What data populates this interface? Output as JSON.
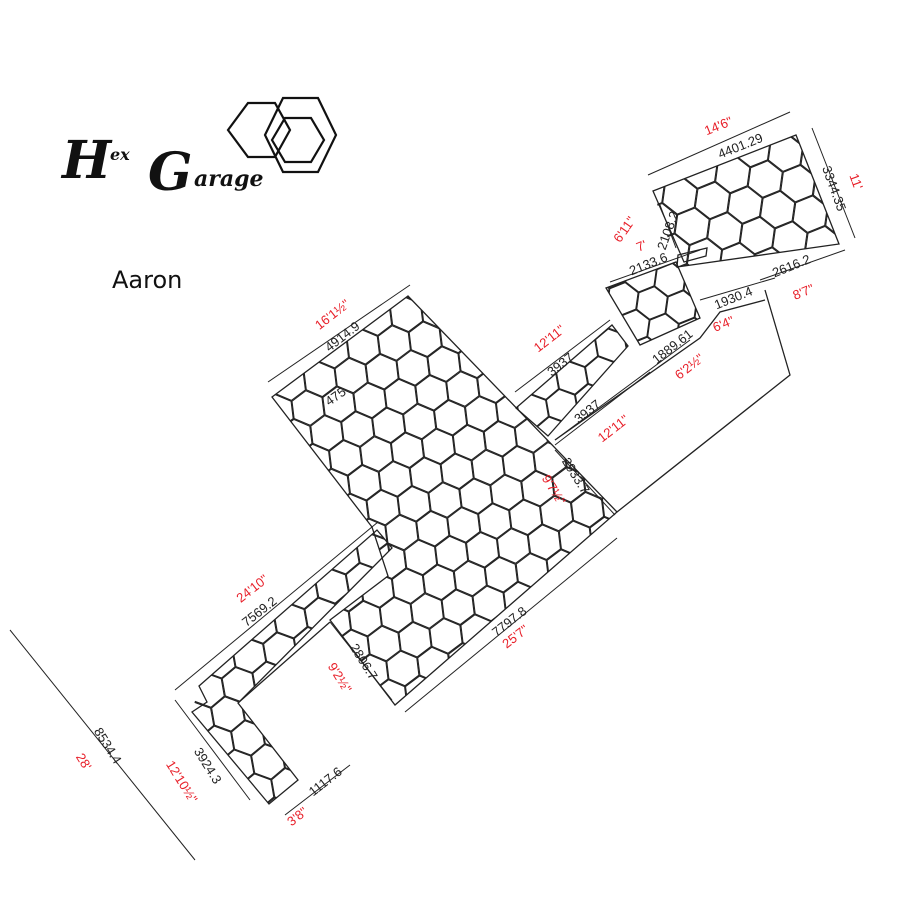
{
  "logo": {
    "brand_h": "H",
    "brand_ex": "ex",
    "brand_g": "G",
    "brand_rest": "arage"
  },
  "client_name": "Aaron",
  "colors": {
    "metric": "#222222",
    "imperial": "#e8202a",
    "line": "#222222"
  },
  "dimensions": [
    {
      "metric": "4401.29",
      "imperial": "14'6\""
    },
    {
      "metric": "3344.35",
      "imperial": "11'"
    },
    {
      "metric": "2108.2",
      "imperial": "6'11\""
    },
    {
      "metric": "2133.6",
      "imperial": "7'"
    },
    {
      "metric": "1930.4",
      "imperial": "6'4\""
    },
    {
      "metric": "2616.2",
      "imperial": "8'7\""
    },
    {
      "metric": "1889.61",
      "imperial": "6'2½\""
    },
    {
      "metric": "3937",
      "imperial": "12'11\""
    },
    {
      "metric": "3937",
      "imperial": "12'11\""
    },
    {
      "metric": "2933.7",
      "imperial": "9'7½\""
    },
    {
      "metric": "4914.9",
      "imperial": "16'1½\""
    },
    {
      "metric": "475",
      "imperial": ""
    },
    {
      "metric": "7569.2",
      "imperial": "24'10\""
    },
    {
      "metric": "7797.8",
      "imperial": "25'7\""
    },
    {
      "metric": "2806.7",
      "imperial": "9'2½\""
    },
    {
      "metric": "3924.3",
      "imperial": "12'10½\""
    },
    {
      "metric": "1117.6",
      "imperial": "3'8\""
    },
    {
      "metric": "8534.4",
      "imperial": "28'"
    }
  ]
}
